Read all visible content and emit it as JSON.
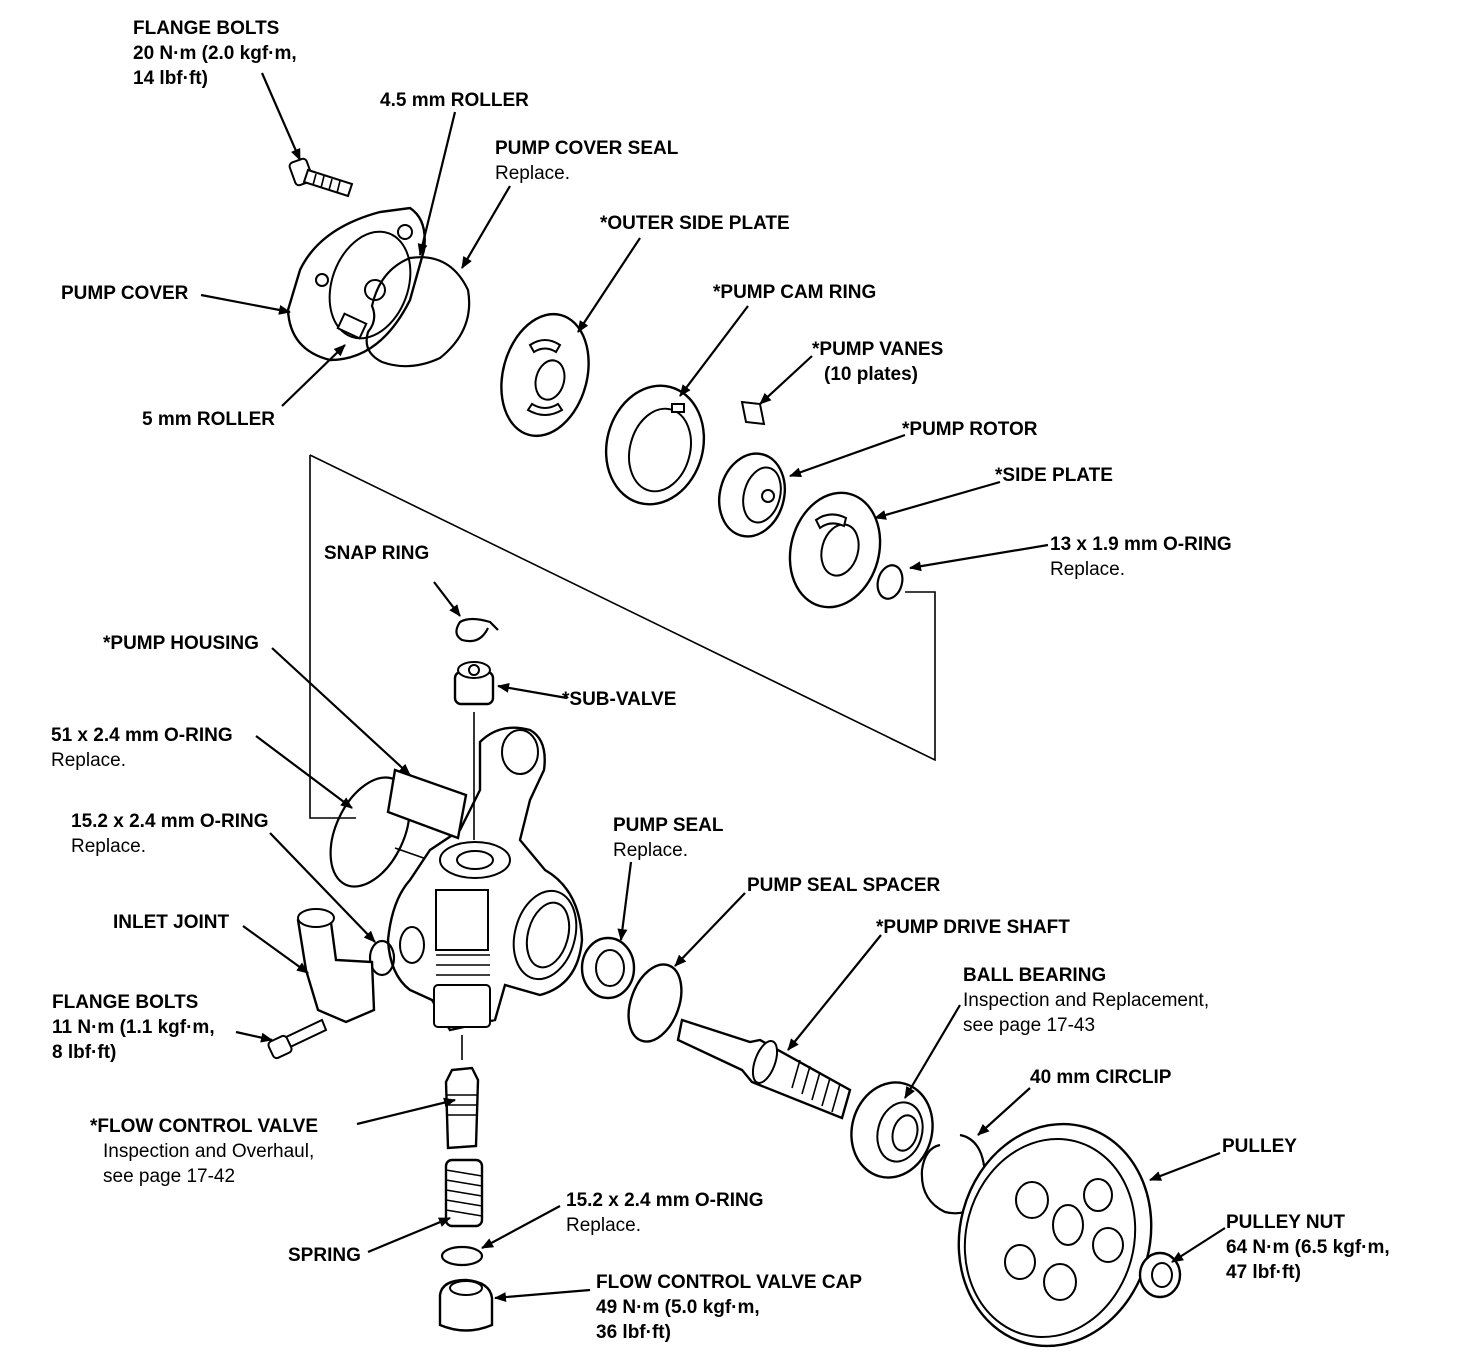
{
  "labels": {
    "flange_bolts_top": {
      "title": "FLANGE BOLTS",
      "lines": [
        "20 N·m (2.0 kgf·m,",
        "14 lbf·ft)"
      ]
    },
    "roller_45": {
      "title": "4.5 mm ROLLER",
      "lines": []
    },
    "pump_cover_seal": {
      "title": "PUMP COVER SEAL",
      "lines": [
        "Replace."
      ]
    },
    "outer_side_plate": {
      "title": "*OUTER SIDE PLATE",
      "lines": []
    },
    "pump_cover": {
      "title": "PUMP COVER",
      "lines": []
    },
    "pump_cam_ring": {
      "title": "*PUMP CAM RING",
      "lines": []
    },
    "pump_vanes": {
      "title": "*PUMP VANES",
      "lines": [
        "(10 plates)"
      ]
    },
    "roller_5": {
      "title": "5 mm ROLLER",
      "lines": []
    },
    "pump_rotor": {
      "title": "*PUMP ROTOR",
      "lines": []
    },
    "side_plate": {
      "title": "*SIDE PLATE",
      "lines": []
    },
    "oring_13": {
      "title": "13 x 1.9 mm O-RING",
      "lines": [
        "Replace."
      ]
    },
    "snap_ring": {
      "title": "SNAP RING",
      "lines": []
    },
    "pump_housing": {
      "title": "*PUMP HOUSING",
      "lines": []
    },
    "sub_valve": {
      "title": "*SUB-VALVE",
      "lines": []
    },
    "oring_51": {
      "title": "51 x 2.4 mm O-RING",
      "lines": [
        "Replace."
      ]
    },
    "oring_152_upper": {
      "title": "15.2 x 2.4 mm O-RING",
      "lines": [
        "Replace."
      ]
    },
    "pump_seal": {
      "title": "PUMP SEAL",
      "lines": [
        "Replace."
      ]
    },
    "pump_seal_spacer": {
      "title": "PUMP SEAL SPACER",
      "lines": []
    },
    "inlet_joint": {
      "title": "INLET JOINT",
      "lines": []
    },
    "pump_drive_shaft": {
      "title": "*PUMP DRIVE SHAFT",
      "lines": []
    },
    "ball_bearing": {
      "title": "BALL BEARING",
      "lines": [
        "Inspection and Replacement,",
        "see page 17-43"
      ]
    },
    "flange_bolts_bottom": {
      "title": "FLANGE BOLTS",
      "lines": [
        "11 N·m (1.1 kgf·m,",
        "8 lbf·ft)"
      ]
    },
    "circlip_40": {
      "title": "40 mm CIRCLIP",
      "lines": []
    },
    "flow_control_valve": {
      "title": "*FLOW CONTROL VALVE",
      "lines": [
        "Inspection and Overhaul,",
        "see page 17-42"
      ]
    },
    "pulley": {
      "title": "PULLEY",
      "lines": []
    },
    "oring_152_lower": {
      "title": "15.2 x 2.4 mm O-RING",
      "lines": [
        "Replace."
      ]
    },
    "pulley_nut": {
      "title": "PULLEY NUT",
      "lines": [
        "64 N·m (6.5 kgf·m,",
        "47 lbf·ft)"
      ]
    },
    "spring": {
      "title": "SPRING",
      "lines": []
    },
    "flow_control_valve_cap": {
      "title": "FLOW CONTROL VALVE CAP",
      "lines": [
        "49 N·m (5.0 kgf·m,",
        "36 lbf·ft)"
      ]
    }
  }
}
